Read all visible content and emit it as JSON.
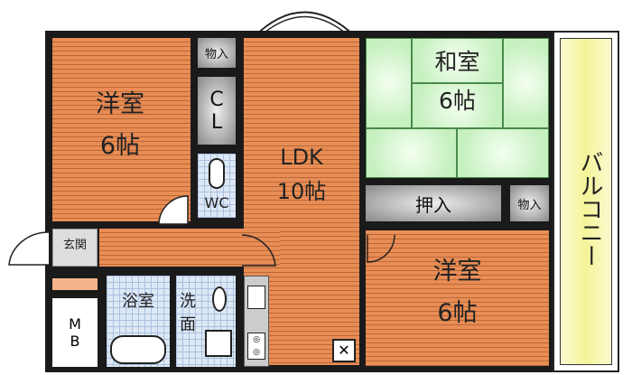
{
  "rooms": {
    "western_room_1": {
      "name": "洋室",
      "size": "6帖"
    },
    "storage_1": "物入",
    "closet": [
      "C",
      "L"
    ],
    "toilet": "WC",
    "ldk": {
      "name": "LDK",
      "size": "10帖"
    },
    "japanese_room": {
      "name": "和室",
      "size": "6帖"
    },
    "oshiire": "押入",
    "storage_2": "物入",
    "western_room_2": {
      "name": "洋室",
      "size": "6帖"
    },
    "balcony": "バルコニー",
    "entrance": "玄関",
    "bathroom": "浴室",
    "washroom": [
      "洗",
      "面"
    ],
    "meter_box": [
      "M",
      "B"
    ]
  },
  "colors": {
    "wood": "#e98d55",
    "tatami": "#c6f0c0",
    "balcony": "#fafab0",
    "wall": "#1a1a1a"
  }
}
